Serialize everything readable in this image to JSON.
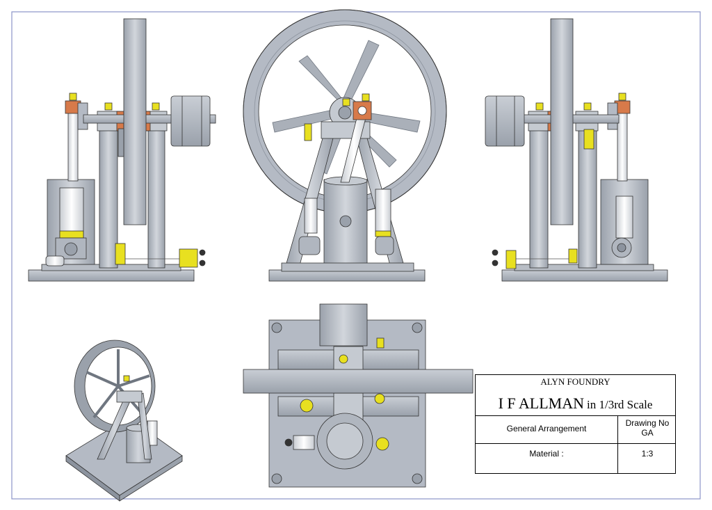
{
  "title_block": {
    "company": "ALYN FOUNDRY",
    "title_main": "I F ALLMAN",
    "title_suffix": "in 1/3rd Scale",
    "drawing_name": "General Arrangement",
    "drawing_no_label": "Drawing No",
    "drawing_no_value": "GA",
    "material_label": "Material :",
    "scale": "1:3"
  },
  "colors": {
    "metal": "#b4bac4",
    "metal_dark": "#8c939e",
    "metal_light": "#d4d8de",
    "brass": "#e8e020",
    "copper": "#d77a4a",
    "frame": "#8b94c8"
  },
  "views": [
    "front-elevation",
    "end-elevation-flywheel",
    "rear-elevation",
    "isometric",
    "plan"
  ]
}
